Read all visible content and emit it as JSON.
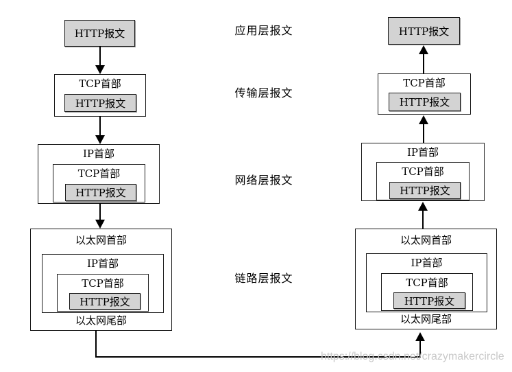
{
  "watermark": {
    "text": "https://blog.csdn.net/crazymakercircle",
    "color": "#c9c9c9"
  },
  "layer_labels": {
    "application": "应用层报文",
    "transport": "传输层报文",
    "network": "网络层报文",
    "link": "链路层报文"
  },
  "boxes": {
    "http_message": "HTTP报文",
    "tcp_header": "TCP首部",
    "ip_header": "IP首部",
    "ethernet_header": "以太网首部",
    "ethernet_trailer": "以太网尾部"
  },
  "colors": {
    "payload_fill": "#d3d3d3",
    "line": "#000000",
    "background": "#ffffff"
  }
}
